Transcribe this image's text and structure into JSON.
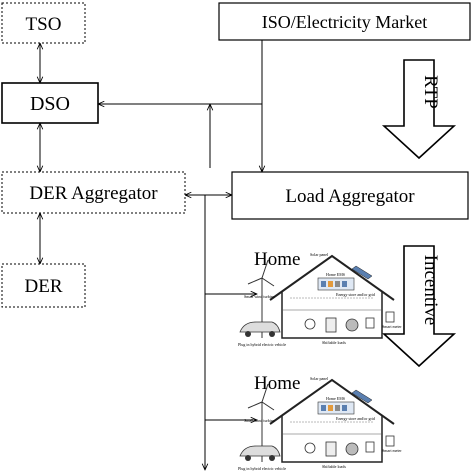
{
  "nodes": {
    "tso": "TSO",
    "iso_market": "ISO/Electricity Market",
    "dso": "DSO",
    "der_aggregator": "DER Aggregator",
    "load_aggregator": "Load Aggregator",
    "der": "DER"
  },
  "signals": {
    "rtp": "RTP",
    "incentive": "Incentive"
  },
  "homes": [
    {
      "title": "Home",
      "hems": "Home EMS",
      "solar": "Solar panel",
      "wind": "Small wind turbine",
      "storage": "Energy store and/or grid",
      "loads": "Shiftable loads",
      "meter": "Smart meter",
      "ev": "Plug in hybrid electric vehicle"
    },
    {
      "title": "Home",
      "hems": "Home EMS",
      "solar": "Solar panel",
      "wind": "Small wind turbine",
      "storage": "Energy store and/or grid",
      "loads": "Shiftable loads",
      "meter": "Smart meter",
      "ev": "Plug in hybrid electric vehicle"
    }
  ],
  "colors": {
    "line": "#000000",
    "panel_blue": "#5a7fb0",
    "panel_orange": "#e39a3c",
    "panel_grey": "#8a8a8a"
  }
}
